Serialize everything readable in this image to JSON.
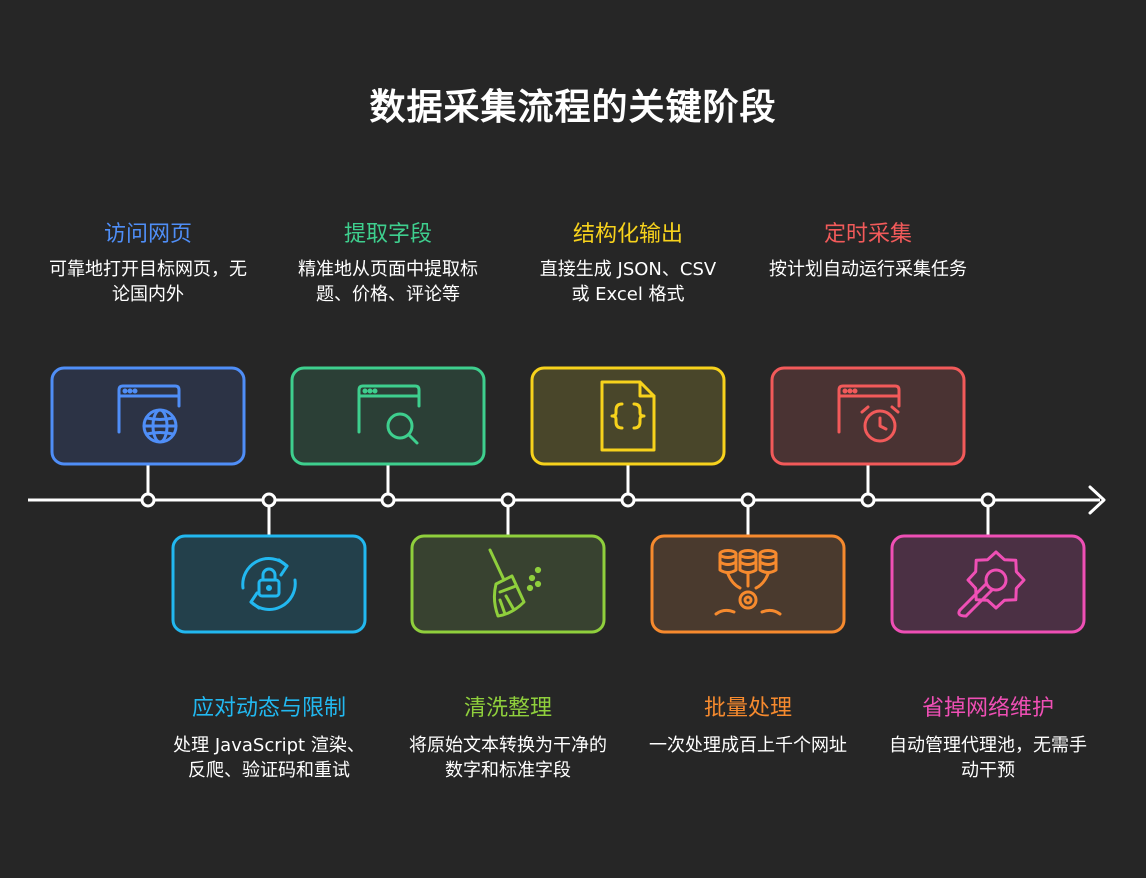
{
  "title": "数据采集流程的关键阶段",
  "stages": [
    {
      "title": "访问网页",
      "desc": "可靠地打开目标网页，无论国内外",
      "color": "#4f8ef7",
      "fill": "#2c3345",
      "icon": "browser-globe-icon"
    },
    {
      "title": "应对动态与限制",
      "desc": "处理 JavaScript 渲染、反爬、验证码和重试",
      "color": "#22b8f0",
      "fill": "#23404b",
      "icon": "refresh-lock-icon"
    },
    {
      "title": "提取字段",
      "desc": "精准地从页面中提取标题、价格、评论等",
      "color": "#3ecf8e",
      "fill": "#2b3f36",
      "icon": "browser-search-icon"
    },
    {
      "title": "清洗整理",
      "desc": "将原始文本转换为干净的数字和标准字段",
      "color": "#8fcf3c",
      "fill": "#384230",
      "icon": "broom-icon"
    },
    {
      "title": "结构化输出",
      "desc": "直接生成 JSON、CSV 或 Excel 格式",
      "color": "#f7d21c",
      "fill": "#49462a",
      "icon": "code-file-icon"
    },
    {
      "title": "批量处理",
      "desc": "一次处理成百上千个网址",
      "color": "#f68a2e",
      "fill": "#4a3a2e",
      "icon": "database-cluster-icon"
    },
    {
      "title": "定时采集",
      "desc": "按计划自动运行采集任务",
      "color": "#f25a5a",
      "fill": "#4a3333",
      "icon": "browser-alarm-icon"
    },
    {
      "title": "省掉网络维护",
      "desc": "自动管理代理池，无需手动干预",
      "color": "#ef4fb5",
      "fill": "#4b3044",
      "icon": "wrench-gear-icon"
    }
  ]
}
